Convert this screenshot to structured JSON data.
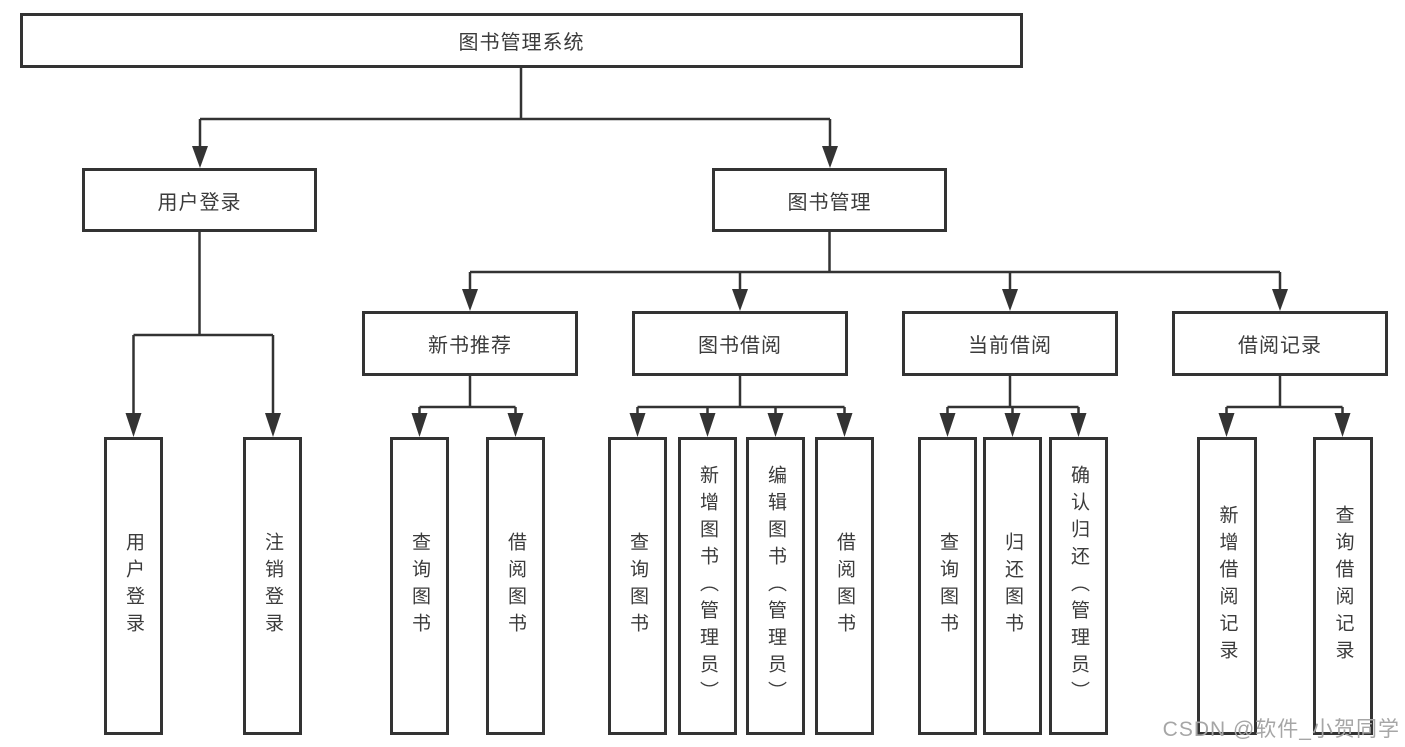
{
  "diagram": {
    "root": {
      "label": "图书管理系统"
    },
    "branches": [
      {
        "label": "用户登录"
      },
      {
        "label": "图书管理"
      }
    ],
    "modules": [
      {
        "label": "新书推荐"
      },
      {
        "label": "图书借阅"
      },
      {
        "label": "当前借阅"
      },
      {
        "label": "借阅记录"
      }
    ],
    "leaves": [
      {
        "label": "用户登录"
      },
      {
        "label": "注销登录"
      },
      {
        "label": "查询图书"
      },
      {
        "label": "借阅图书"
      },
      {
        "label": "查询图书"
      },
      {
        "label": "新增图书（管理员）"
      },
      {
        "label": "编辑图书（管理员）"
      },
      {
        "label": "借阅图书"
      },
      {
        "label": "查询图书"
      },
      {
        "label": "归还图书"
      },
      {
        "label": "确认归还（管理员）"
      },
      {
        "label": "新增借阅记录"
      },
      {
        "label": "查询借阅记录"
      }
    ],
    "colors": {
      "line": "#333333",
      "text": "#3b3b3b",
      "box_background": "#ffffff",
      "watermark": "#a6a6a6"
    }
  },
  "watermark": {
    "text": "CSDN @软件_小贺同学"
  }
}
